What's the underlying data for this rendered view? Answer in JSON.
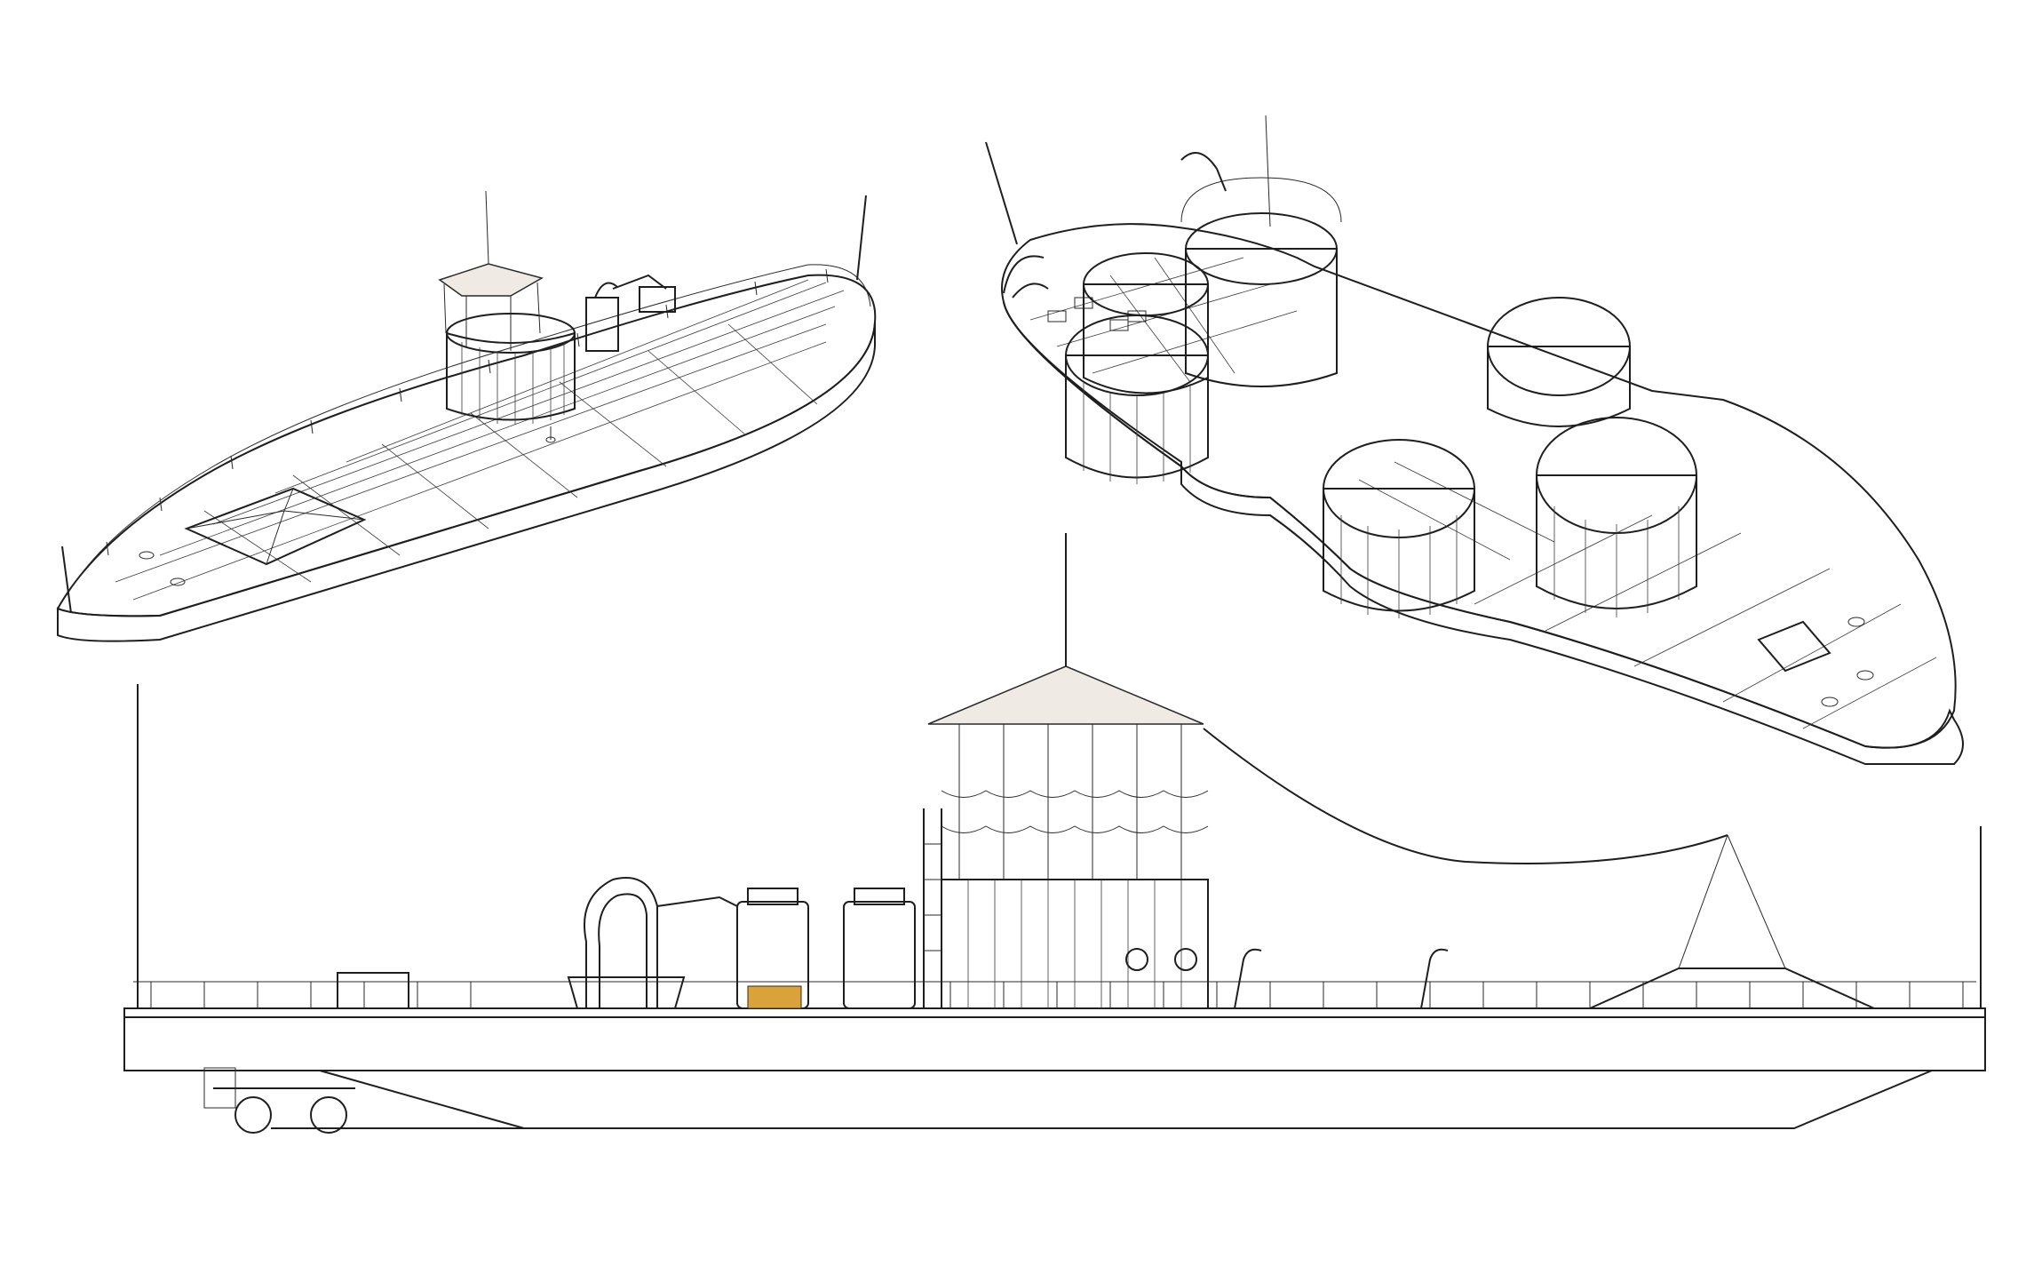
{
  "views": [
    {
      "name": "barge-perspective-bow-left"
    },
    {
      "name": "tanker-barge-perspective-with-tanks"
    },
    {
      "name": "barge-side-elevation"
    }
  ],
  "colors": {
    "background": "#ffffff",
    "hull": "#8a8a8a",
    "deck": "#6f6f6f",
    "deck_dark": "#545454",
    "canopy": "#efebe4",
    "accent_box": "#d9a23a",
    "lines": "#1e1e1e"
  },
  "counts": {
    "side_view_tanks_visible": 2,
    "perspective_large_tanks": 6
  }
}
